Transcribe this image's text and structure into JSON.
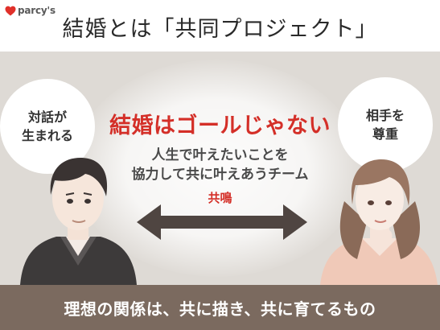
{
  "brand": {
    "logo_text": "parcy's",
    "accent": "#d42f28"
  },
  "header": {
    "title": "結婚とは「共同プロジェクト」"
  },
  "scene": {
    "left_bubble": "対話が\n生まれる",
    "right_bubble": "相手を\n尊重",
    "headline": "結婚はゴールじゃない",
    "subline_1": "人生で叶えたいことを",
    "subline_2": "協力して共に叶えあうチーム",
    "arrow_label": "共鳴"
  },
  "footer": {
    "text": "理想の関係は、共に描き、共に育てるもの",
    "background": "#7b6a5f"
  }
}
